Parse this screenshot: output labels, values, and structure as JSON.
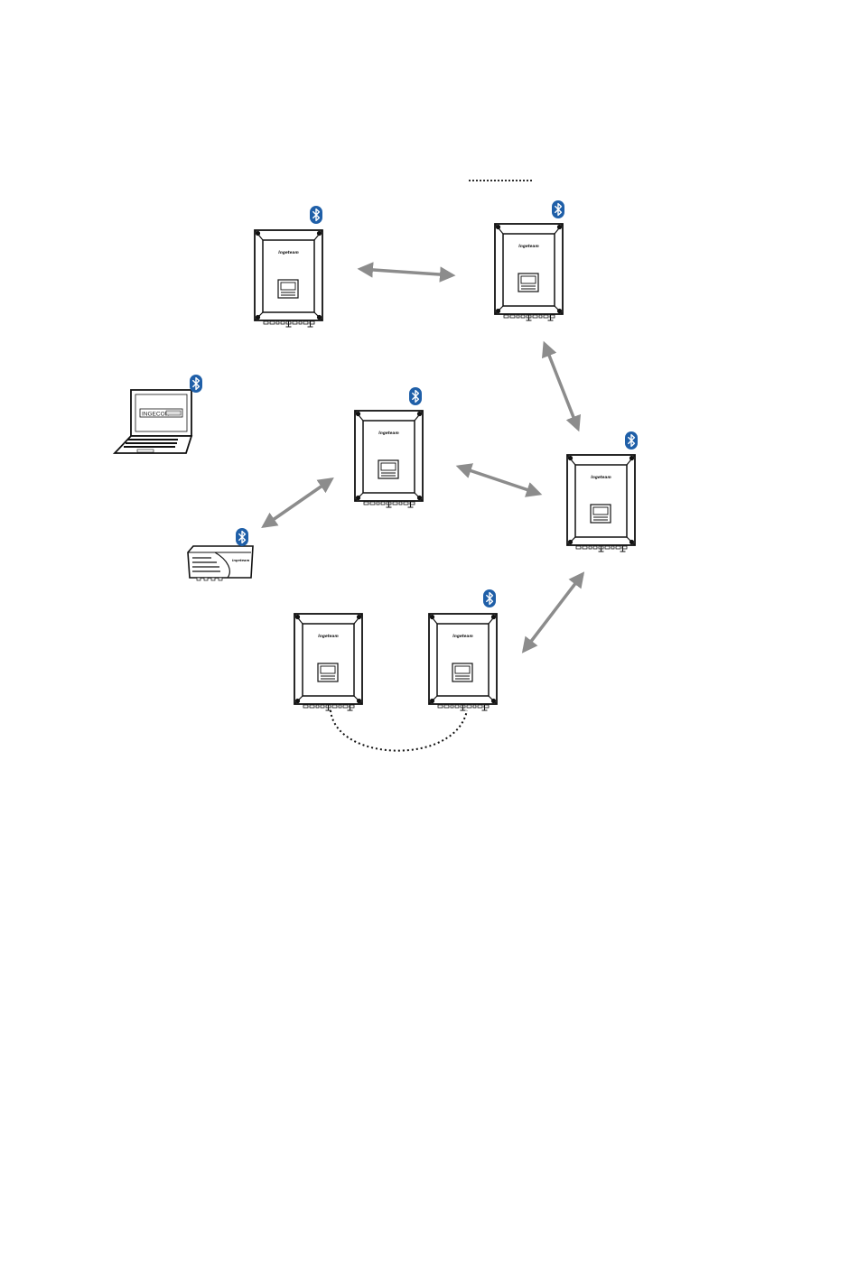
{
  "diagram": {
    "devices": [
      {
        "id": "inverter-1",
        "type": "inverter",
        "brand": "Ingeteam",
        "bluetooth": true
      },
      {
        "id": "inverter-2",
        "type": "inverter",
        "brand": "Ingeteam",
        "bluetooth": true
      },
      {
        "id": "inverter-3",
        "type": "inverter",
        "brand": "Ingeteam",
        "bluetooth": true
      },
      {
        "id": "inverter-4",
        "type": "inverter",
        "brand": "Ingeteam",
        "bluetooth": true
      },
      {
        "id": "inverter-5",
        "type": "inverter",
        "brand": "Ingeteam",
        "bluetooth": false
      },
      {
        "id": "inverter-6",
        "type": "inverter",
        "brand": "Ingeteam",
        "bluetooth": true
      },
      {
        "id": "laptop",
        "type": "laptop",
        "screen_text": "INGECON",
        "bluetooth": true
      },
      {
        "id": "gateway",
        "type": "communication-box",
        "brand": "Ingeteam",
        "bluetooth": true
      }
    ],
    "links": [
      {
        "from": "inverter-1",
        "to": "inverter-2",
        "kind": "wireless-bidirectional"
      },
      {
        "from": "inverter-2",
        "to": "inverter-4",
        "kind": "wireless-bidirectional"
      },
      {
        "from": "inverter-3",
        "to": "inverter-4",
        "kind": "wireless-bidirectional"
      },
      {
        "from": "inverter-3",
        "to": "gateway",
        "kind": "wireless-bidirectional"
      },
      {
        "from": "inverter-4",
        "to": "inverter-6",
        "kind": "wireless-bidirectional"
      },
      {
        "from": "inverter-5",
        "to": "inverter-6",
        "kind": "wired-dotted"
      }
    ],
    "legend": {
      "line_style": "dotted"
    },
    "colors": {
      "arrow": "#8c8c8c",
      "bluetooth": "#1f5fa8",
      "line": "#111111"
    }
  }
}
